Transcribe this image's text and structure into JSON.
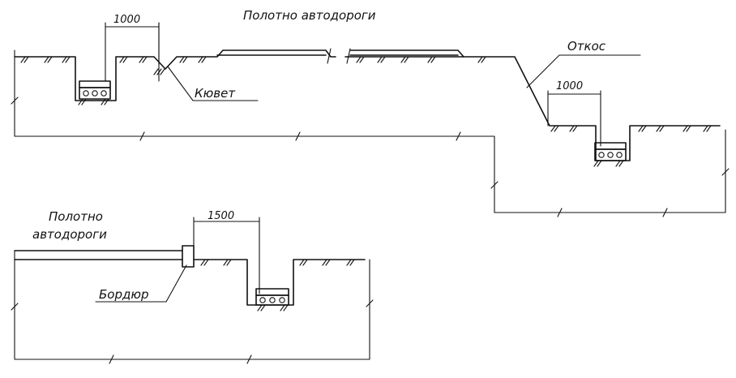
{
  "diagram": {
    "top": {
      "road_label": "Полотно автодороги",
      "dimension_left": "1000",
      "ditch_label": "Кювет",
      "slope_label": "Откос",
      "dimension_right": "1000"
    },
    "bottom": {
      "road_label_line1": "Полотно",
      "road_label_line2": "автодороги",
      "dimension": "1500",
      "curb_label": "Бордюр"
    }
  }
}
